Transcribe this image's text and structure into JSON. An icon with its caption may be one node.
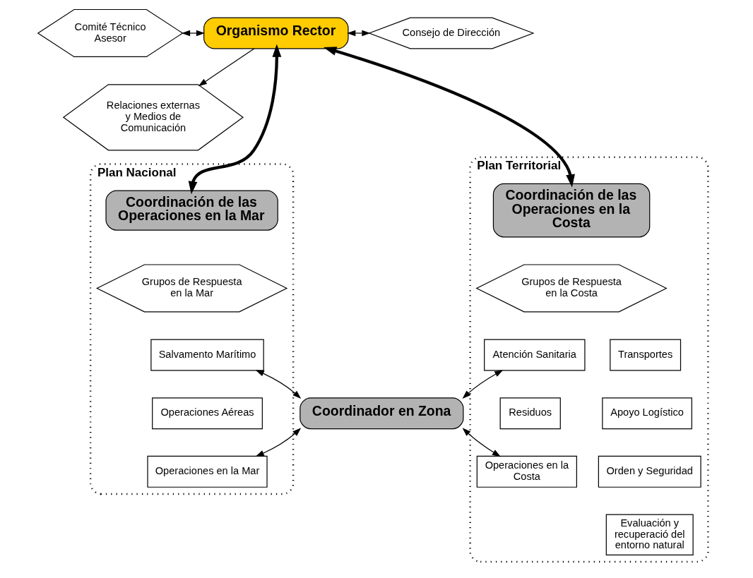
{
  "diagram": {
    "nodes": [
      {
        "text": [
          "Organismo Rector"
        ]
      },
      {
        "text": [
          "Comité Técnico Asesor"
        ]
      },
      {
        "text": [
          "Consejo de Dirección"
        ]
      },
      {
        "text": [
          "Relaciones externas y Medios de Comunicación"
        ]
      },
      {
        "text": [
          "Plan Nacional"
        ]
      },
      {
        "text": [
          "Coordinación de las Operaciones en la Mar"
        ],
        "in": 4
      },
      {
        "text": [
          "Grupos de Respuesta en la Mar"
        ],
        "in": 4
      },
      {
        "text": [
          "Salvamento Marítimo"
        ],
        "in": 4
      },
      {
        "text": [
          "Operaciones Aéreas"
        ],
        "in": 4
      },
      {
        "text": [
          "Operaciones en la Mar"
        ],
        "in": 4
      },
      {
        "text": [
          "Plan Territorial"
        ]
      },
      {
        "text": [
          "Coordinación de las Operaciones en la Costa"
        ],
        "in": 10
      },
      {
        "text": [
          "Grupos de Respuesta en la Costa"
        ],
        "in": 10
      },
      {
        "text": [
          "Atención Sanitaria"
        ],
        "in": 10
      },
      {
        "text": [
          "Transportes"
        ],
        "in": 10
      },
      {
        "text": [
          "Apoyo Logístico"
        ],
        "in": 10
      },
      {
        "text": [
          "Residuos"
        ],
        "in": 10
      },
      {
        "text": [
          "Orden y Seguridad"
        ],
        "in": 10
      },
      {
        "text": [
          "Operaciones en la Costa"
        ],
        "in": 10
      },
      {
        "text": [
          "Evaluación y recuperació del entorno natural"
        ],
        "in": 10
      },
      {
        "text": [
          "Coordinador en Zona"
        ]
      }
    ],
    "edges": [
      {
        "from": 1,
        "to": 0,
        "arrow": "both"
      },
      {
        "from": 0,
        "to": 2,
        "arrow": "both"
      },
      {
        "from": 0,
        "to": 3,
        "arrow": "to"
      },
      {
        "from": 0,
        "to": 5,
        "arrow": "both",
        "style": "thick"
      },
      {
        "from": 0,
        "to": 11,
        "arrow": "both",
        "style": "thick"
      },
      {
        "from": 20,
        "to": 7,
        "arrow": "both"
      },
      {
        "from": 20,
        "to": 13,
        "arrow": "both"
      },
      {
        "from": 20,
        "to": 9,
        "arrow": "both"
      },
      {
        "from": 20,
        "to": 18,
        "arrow": "both"
      }
    ]
  }
}
